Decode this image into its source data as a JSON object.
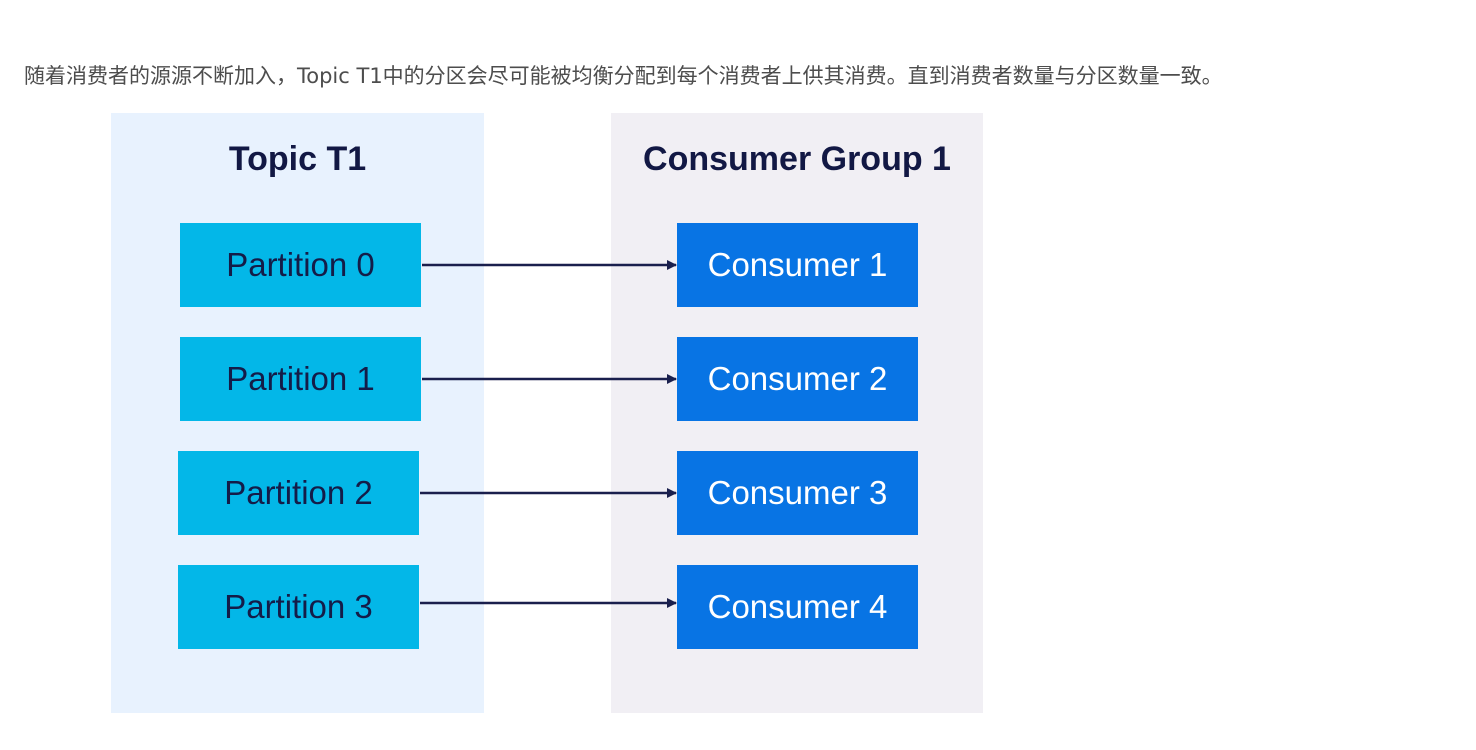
{
  "intro_text": "随着消费者的源源不断加入，Topic T1中的分区会尽可能被均衡分配到每个消费者上供其消费。直到消费者数量与分区数量一致。",
  "diagram": {
    "topic": {
      "title": "Topic T1",
      "partitions": [
        "Partition 0",
        "Partition 1",
        "Partition 2",
        "Partition 3"
      ]
    },
    "group": {
      "title": "Consumer Group 1",
      "consumers": [
        "Consumer 1",
        "Consumer 2",
        "Consumer 3",
        "Consumer 4"
      ]
    },
    "connections": [
      {
        "from": "Partition 0",
        "to": "Consumer 1"
      },
      {
        "from": "Partition 1",
        "to": "Consumer 2"
      },
      {
        "from": "Partition 2",
        "to": "Consumer 3"
      },
      {
        "from": "Partition 3",
        "to": "Consumer 4"
      }
    ],
    "colors": {
      "topic_panel": "#e8f2fe",
      "group_panel": "#f1eff4",
      "partition_fill": "#03b7e8",
      "consumer_fill": "#0874e4",
      "arrow": "#1a1f4d",
      "title_text": "#121844"
    }
  }
}
